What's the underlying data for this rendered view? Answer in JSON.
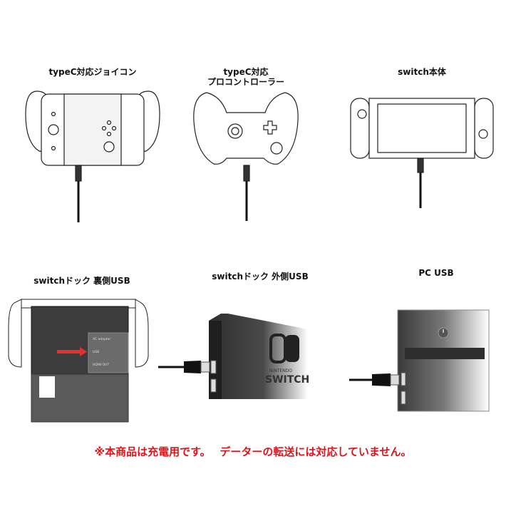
{
  "top_row": [
    {
      "label": "typeC対応ジョイコン"
    },
    {
      "label_line1": "typeC対応",
      "label_line2": "プロコントローラー"
    },
    {
      "label": "switch本体"
    }
  ],
  "bottom_row": [
    {
      "label": "switchドック 裏側USB",
      "ports": [
        "AC adapter",
        "USB",
        "HDMI OUT"
      ]
    },
    {
      "label": "switchドック 外側USB",
      "logo_top": "NINTENDO",
      "logo_bottom": "SWITCH"
    },
    {
      "label": "PC USB"
    }
  ],
  "notice": "※本商品は充電用です。　 データーの転送には対応していません。",
  "colors": {
    "notice": "#e0131a",
    "dock": "#3a3a3a",
    "arrow": "#e53030"
  }
}
